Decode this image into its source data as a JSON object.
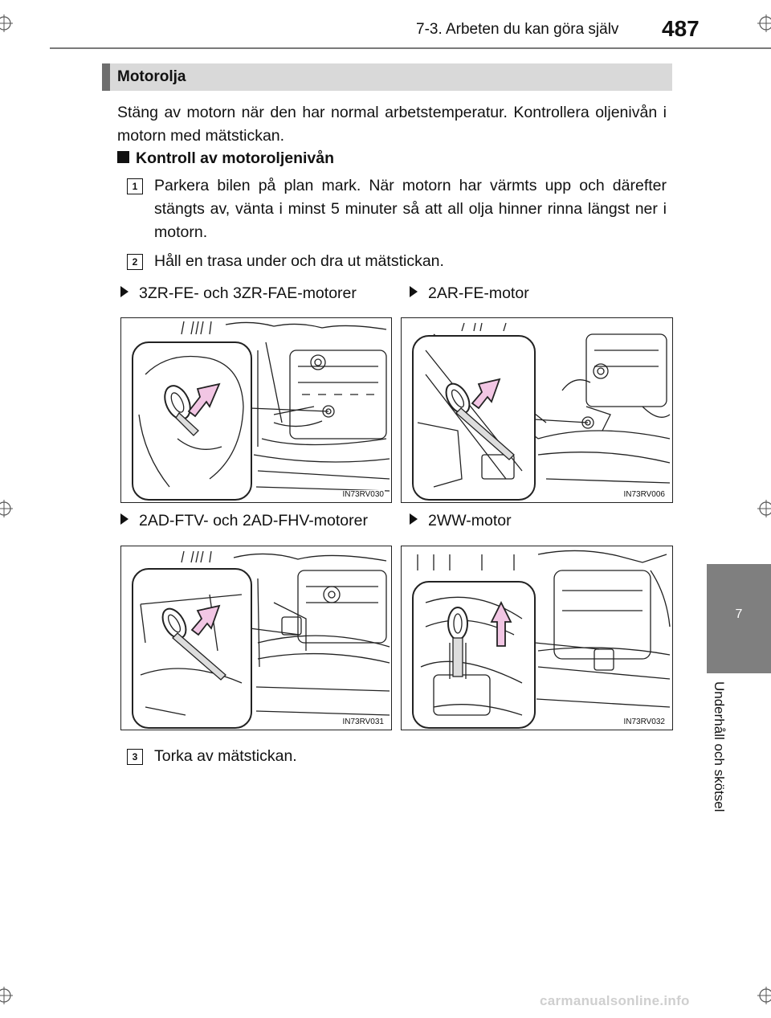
{
  "header": {
    "section": "7-3. Arbeten du kan göra själv",
    "page_number": "487"
  },
  "side_tab": {
    "chapter_number": "7",
    "chapter_title": "Underhåll och skötsel"
  },
  "section": {
    "title": "Motorolja"
  },
  "intro": "Stäng av motorn när den har normal arbetstemperatur. Kontrollera oljenivån i motorn med mätstickan.",
  "subsection": {
    "title": "Kontroll av motoroljenivån"
  },
  "steps": [
    {
      "number": "1",
      "text": "Parkera bilen på plan mark. När motorn har värmts upp och därefter stängts av, vänta i minst 5 minuter så att all olja hinner rinna längst ner i motorn."
    },
    {
      "number": "2",
      "text": "Håll en trasa under och dra ut mätstickan."
    },
    {
      "number": "3",
      "text": "Torka av mätstickan."
    }
  ],
  "figures": [
    {
      "label": "3ZR-FE- och 3ZR-FAE-motorer",
      "code": "IN73RV030"
    },
    {
      "label": "2AR-FE-motor",
      "code": "IN73RV006"
    },
    {
      "label": "2AD-FTV- och 2AD-FHV-motorer",
      "code": "IN73RV031"
    },
    {
      "label": "2WW-motor",
      "code": "IN73RV032"
    }
  ],
  "watermark": "carmanualsonline.info",
  "colors": {
    "arrow_fill": "#f2c6e4",
    "section_bar": "#d9d9d9",
    "section_bar_edge": "#6e6e6e",
    "side_tab": "#7f7f7f"
  }
}
